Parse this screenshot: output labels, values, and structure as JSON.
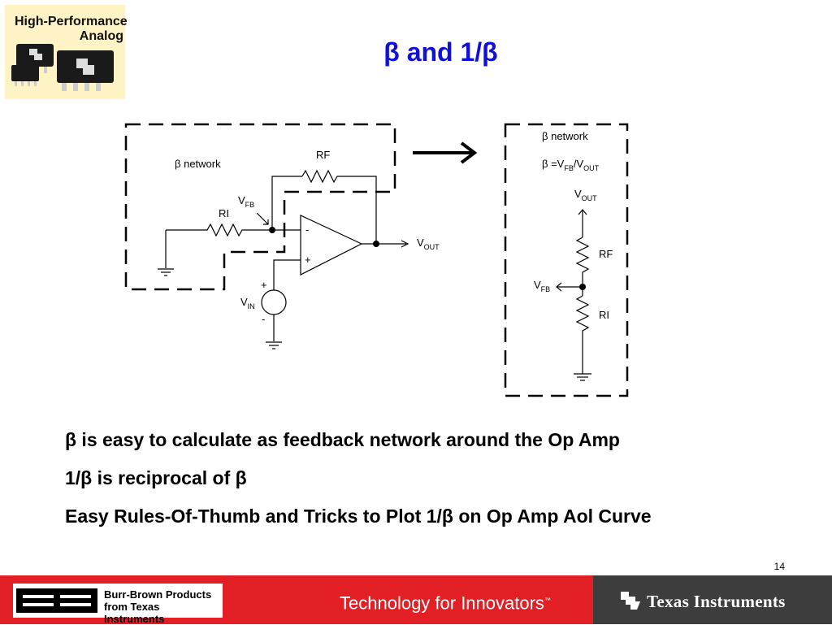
{
  "branding": {
    "logo_line1": "High-Performance",
    "logo_line2": "Analog"
  },
  "slide": {
    "title": "β and 1/β",
    "page_number": "14"
  },
  "diagram": {
    "left_circuit": {
      "network_label": "β network",
      "rf_label": "RF",
      "ri_label": "RI",
      "vfb_main": "V",
      "vfb_sub": "FB",
      "vout_main": "V",
      "vout_sub": "OUT",
      "vin_main": "V",
      "vin_sub": "IN",
      "inv_sign": "-",
      "noninv_sign": "+",
      "source_plus": "+",
      "source_minus": "-"
    },
    "right_network": {
      "network_label": "β network",
      "formula_prefix": "β =V",
      "formula_sub1": "FB",
      "formula_mid": "/V",
      "formula_sub2": "OUT",
      "vout_main": "V",
      "vout_sub": "OUT",
      "rf_label": "RF",
      "vfb_main": "V",
      "vfb_sub": "FB",
      "ri_label": "RI"
    }
  },
  "bullets": [
    "β is easy to calculate as feedback network around the Op Amp",
    "1/β is reciprocal of β",
    "Easy Rules-Of-Thumb and Tricks to Plot 1/β on Op Amp Aol Curve"
  ],
  "footer": {
    "bb_line1": "Burr-Brown Products",
    "bb_line2": "from Texas Instruments",
    "tagline": "Technology for Innovators",
    "tagline_tm": "™",
    "ti_name": "Texas Instruments"
  },
  "colors": {
    "title": "#1010d8",
    "footer_red": "#e31f26",
    "footer_dark": "#3d3d3d"
  }
}
